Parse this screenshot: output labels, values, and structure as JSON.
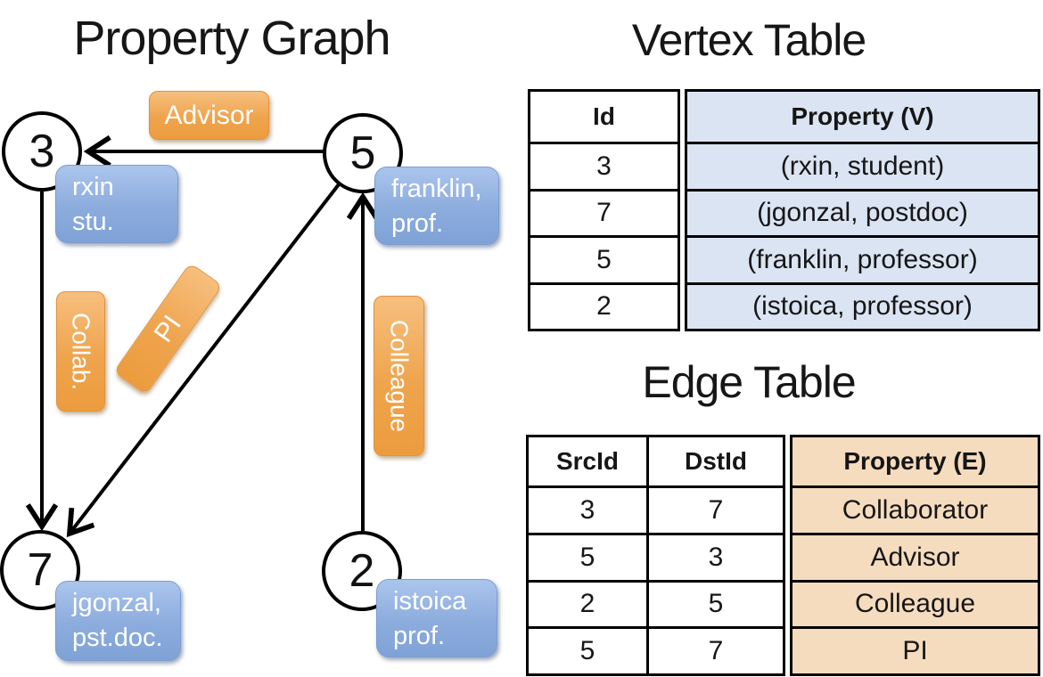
{
  "titles": {
    "graph": "Property Graph",
    "vertex_table": "Vertex Table",
    "edge_table": "Edge Table"
  },
  "graph": {
    "nodes": [
      {
        "id": "3",
        "property_lines": [
          "rxin",
          "stu."
        ]
      },
      {
        "id": "5",
        "property_lines": [
          "franklin,",
          "prof."
        ]
      },
      {
        "id": "7",
        "property_lines": [
          "jgonzal,",
          "pst.doc."
        ]
      },
      {
        "id": "2",
        "property_lines": [
          "istoica",
          "prof."
        ]
      }
    ],
    "edges": [
      {
        "src": "5",
        "dst": "3",
        "label": "Advisor"
      },
      {
        "src": "3",
        "dst": "7",
        "label": "Collab."
      },
      {
        "src": "5",
        "dst": "7",
        "label": "PI"
      },
      {
        "src": "2",
        "dst": "5",
        "label": "Colleague"
      }
    ]
  },
  "vertex_table": {
    "headers": [
      "Id",
      "Property (V)"
    ],
    "rows": [
      [
        "3",
        "(rxin, student)"
      ],
      [
        "7",
        "(jgonzal, postdoc)"
      ],
      [
        "5",
        "(franklin, professor)"
      ],
      [
        "2",
        "(istoica, professor)"
      ]
    ]
  },
  "edge_table": {
    "headers": [
      "SrcId",
      "DstId",
      "Property (E)"
    ],
    "rows": [
      [
        "3",
        "7",
        "Collaborator"
      ],
      [
        "5",
        "3",
        "Advisor"
      ],
      [
        "2",
        "5",
        "Colleague"
      ],
      [
        "5",
        "7",
        "PI"
      ]
    ]
  },
  "colors": {
    "edge_label_fill": "#efa44d",
    "vertex_label_fill": "#8cacdd",
    "vertex_property_fill": "#dbe4f2",
    "edge_property_fill": "#f6dcbe",
    "line": "#000000",
    "text_on_fill": "#ffffff"
  }
}
